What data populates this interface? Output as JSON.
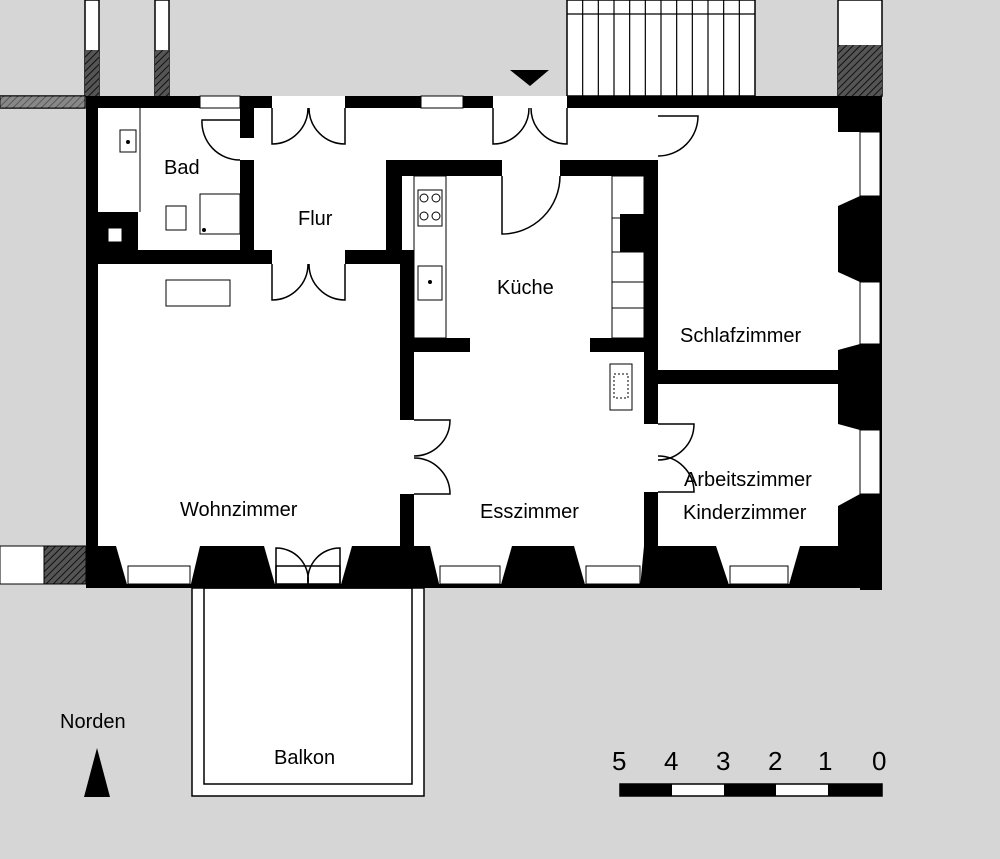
{
  "rooms": {
    "bad": "Bad",
    "flur": "Flur",
    "kueche": "Küche",
    "schlafzimmer": "Schlafzimmer",
    "arbeitszimmer": "Arbeitszimmer",
    "kinderzimmer": "Kinderzimmer",
    "wohnzimmer": "Wohnzimmer",
    "esszimmer": "Esszimmer",
    "balkon": "Balkon"
  },
  "north": {
    "label": "Norden"
  },
  "scale": {
    "labels": [
      "5",
      "4",
      "3",
      "2",
      "1",
      "0"
    ]
  },
  "colors": {
    "background": "#d6d6d6",
    "wall": "#000000",
    "floor": "#ffffff"
  }
}
